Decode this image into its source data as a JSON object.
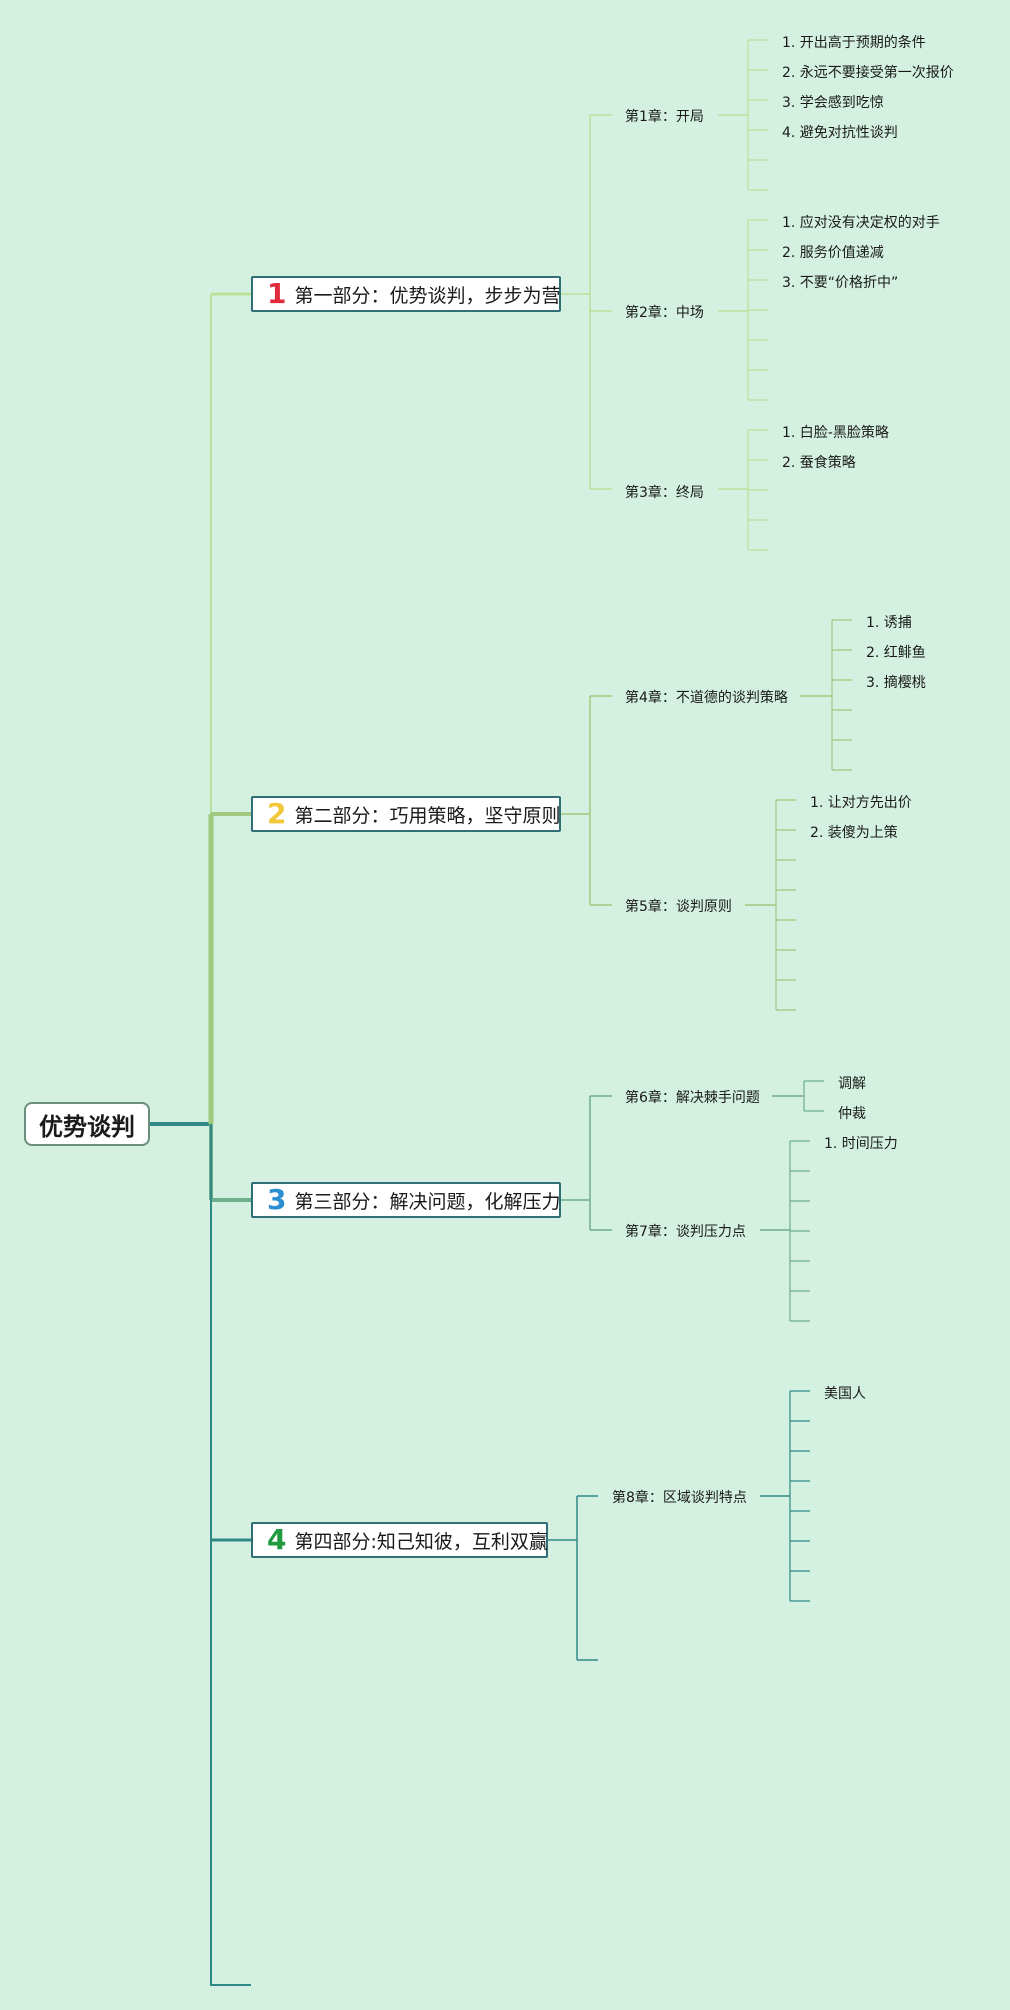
{
  "root": {
    "label": "优势谈判"
  },
  "colors": {
    "background": "#d3f0e1",
    "part1_line": "#b8e29a",
    "part2_line": "#9fc97e",
    "part3_line": "#6fae8a",
    "part4_line": "#2f8a85",
    "num1": "#e02b3c",
    "num2": "#f3c73a",
    "num3": "#2a8fd0",
    "num4": "#1f9a3e"
  },
  "parts": [
    {
      "number": "1",
      "label": "第一部分：优势谈判，步步为营",
      "chapters": [
        {
          "label": "第1章：开局",
          "items": [
            "1. 开出高于预期的条件",
            "2. 永远不要接受第一次报价",
            "3. 学会感到吃惊",
            "4. 避免对抗性谈判",
            "",
            ""
          ]
        },
        {
          "label": "第2章：中场",
          "items": [
            "1. 应对没有决定权的对手",
            "2. 服务价值递减",
            "3. 不要“价格折中”",
            "",
            "",
            "",
            ""
          ]
        },
        {
          "label": "第3章：终局",
          "items": [
            "1. 白脸-黑脸策略",
            "2. 蚕食策略",
            "",
            "",
            ""
          ]
        }
      ]
    },
    {
      "number": "2",
      "label": "第二部分：巧用策略，坚守原则",
      "chapters": [
        {
          "label": "第4章：不道德的谈判策略",
          "items": [
            "1. 诱捕",
            "2. 红鲱鱼",
            "3. 摘樱桃",
            "",
            "",
            ""
          ]
        },
        {
          "label": "第5章：谈判原则",
          "items": [
            "1. 让对方先出价",
            "2. 装傻为上策",
            "",
            "",
            "",
            "",
            "",
            ""
          ]
        }
      ]
    },
    {
      "number": "3",
      "label": "第三部分：解决问题，化解压力",
      "chapters": [
        {
          "label": "第6章：解决棘手问题",
          "items": [
            "调解",
            "仲裁"
          ]
        },
        {
          "label": "第7章：谈判压力点",
          "items": [
            "1. 时间压力",
            "",
            "",
            "",
            "",
            "",
            ""
          ]
        }
      ]
    },
    {
      "number": "4",
      "label": "第四部分:知己知彼，互利双赢",
      "chapters": [
        {
          "label": "第8章：区域谈判特点",
          "items": [
            "美国人",
            "",
            "",
            "",
            "",
            "",
            "",
            ""
          ]
        },
        {
          "label": "",
          "items": []
        }
      ]
    },
    {
      "number": "",
      "label": "",
      "chapters": []
    }
  ]
}
